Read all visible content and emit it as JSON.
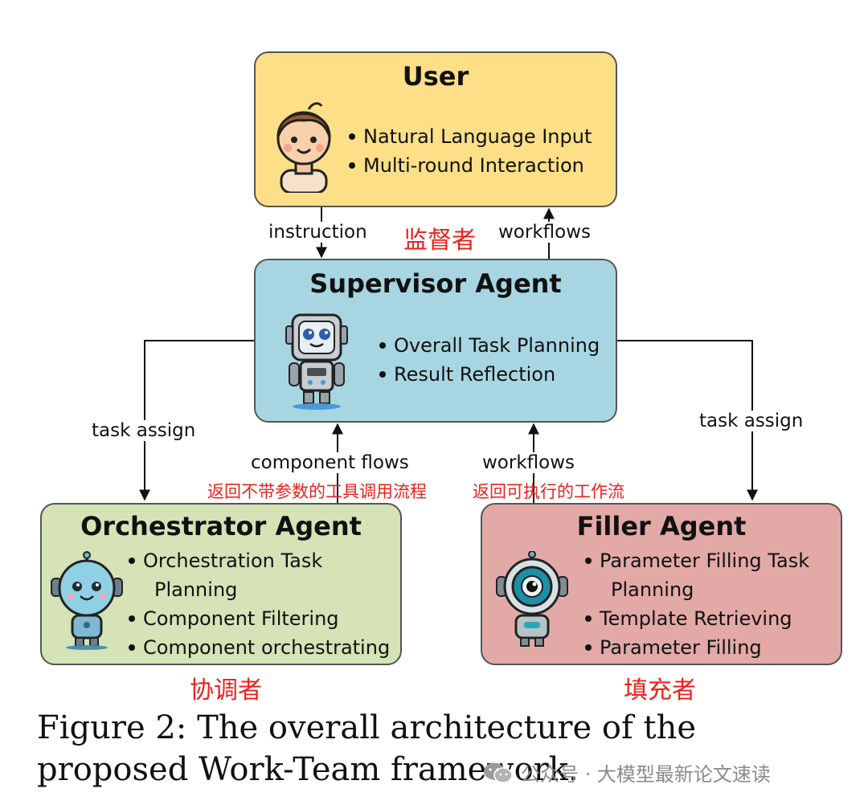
{
  "user": {
    "title": "User",
    "bullets": [
      "Natural Language Input",
      "Multi-round Interaction"
    ],
    "color": "#fcdf86"
  },
  "supervisor": {
    "title": "Supervisor Agent",
    "bullets": [
      "Overall Task Planning",
      "Result Reflection"
    ],
    "color": "#a7d6e2"
  },
  "orchestrator": {
    "title": "Orchestrator Agent",
    "bullet1_line1": "Orchestration Task",
    "bullet1_line2": "Planning",
    "bullet2": "Component Filtering",
    "bullet3": "Component orchestrating",
    "color": "#d5e3b6"
  },
  "filler": {
    "title": "Filler Agent",
    "bullet1_line1": "Parameter Filling Task",
    "bullet1_line2": "Planning",
    "bullet2": "Template Retrieving",
    "bullet3": "Parameter Filling",
    "color": "#e3a9a7"
  },
  "edges": {
    "instruction": "instruction",
    "workflows_up": "workflows",
    "task_assign_left": "task assign",
    "task_assign_right": "task assign",
    "component_flows": "component flows",
    "workflows_filler": "workflows"
  },
  "cn": {
    "supervisor": "监督者",
    "orchestrator_return": "返回不带参数的工具调用流程",
    "filler_return": "返回可执行的工作流",
    "orchestrator": "协调者",
    "filler": "填充者"
  },
  "caption": "Figure 2: The overall architecture of the proposed Work-Team framework.",
  "watermark": {
    "text": "公众号 · 大模型最新论文速读",
    "icon": "wechat-icon"
  },
  "accent_red": "#e8231c"
}
